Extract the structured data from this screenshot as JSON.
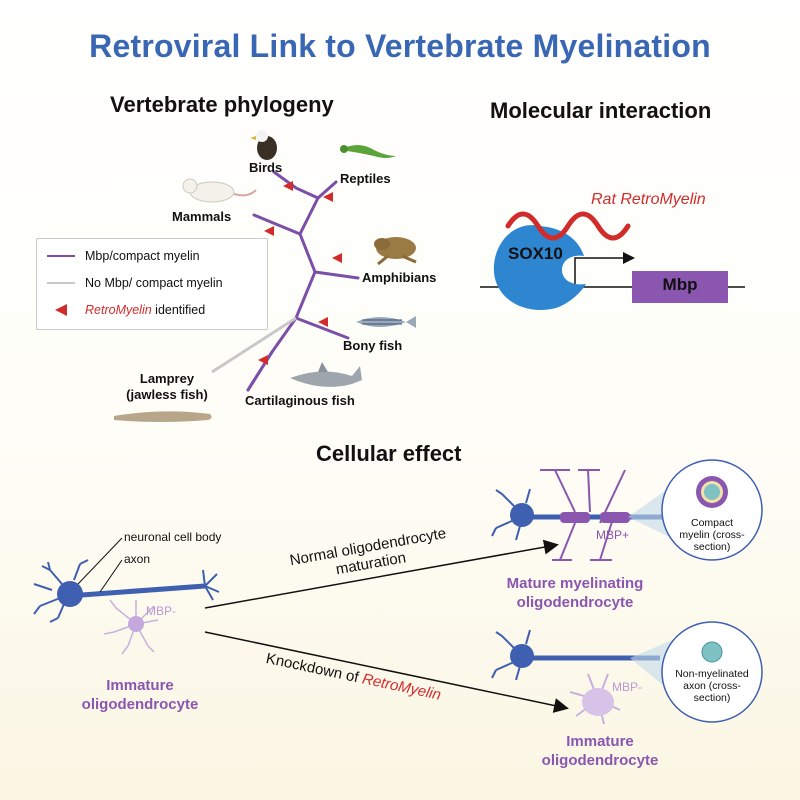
{
  "title": "Retroviral Link to Vertebrate Myelination",
  "phylogeny": {
    "heading": "Vertebrate phylogeny",
    "taxa": {
      "birds": "Birds",
      "reptiles": "Reptiles",
      "mammals": "Mammals",
      "amphibians": "Amphibians",
      "bony_fish": "Bony fish",
      "lamprey_line1": "Lamprey",
      "lamprey_line2": "(jawless fish)",
      "cartilaginous_fish": "Cartilaginous fish"
    },
    "legend": {
      "mbp_present": "Mbp/compact myelin",
      "mbp_absent": "No Mbp/ compact myelin",
      "retromyelin_italic": "RetroMyelin",
      "retromyelin_rest": " identified"
    },
    "colors": {
      "branch": "#7b4fa8",
      "no_mbp": "#c8c8c8",
      "marker": "#d22b2b"
    }
  },
  "molecular": {
    "heading": "Molecular interaction",
    "rat_label": "Rat RetroMyelin",
    "sox10": "SOX10",
    "mbp": "Mbp",
    "colors": {
      "sox10": "#2e86d1",
      "mbp_box": "#8a56b0",
      "wave": "#d22b2b"
    }
  },
  "cellular": {
    "heading": "Cellular effect",
    "neuronal_cell_body": "neuronal cell body",
    "axon": "axon",
    "mbp_minus": "MBP-",
    "mbp_plus": "MBP+",
    "immature_left_line1": "Immature",
    "immature_left_line2": "oligodendrocyte",
    "normal_path_line1": "Normal oligodendrocyte",
    "normal_path_line2": "maturation",
    "knockdown_prefix": "Knockdown of ",
    "knockdown_italic": "RetroMyelin",
    "mature_line1": "Mature myelinating",
    "mature_line2": "oligodendrocyte",
    "immature_bottom_line1": "Immature",
    "immature_bottom_line2": "oligodendrocyte",
    "compact_line1": "Compact",
    "compact_line2": "myelin (cross-",
    "compact_line3": "section)",
    "nonmyel_line1": "Non-myelinated",
    "nonmyel_line2": "axon (cross-",
    "nonmyel_line3": "section)",
    "colors": {
      "neuron": "#3f5fb0",
      "oligo": "#b99ad4",
      "label_purple": "#8a56b0"
    }
  }
}
